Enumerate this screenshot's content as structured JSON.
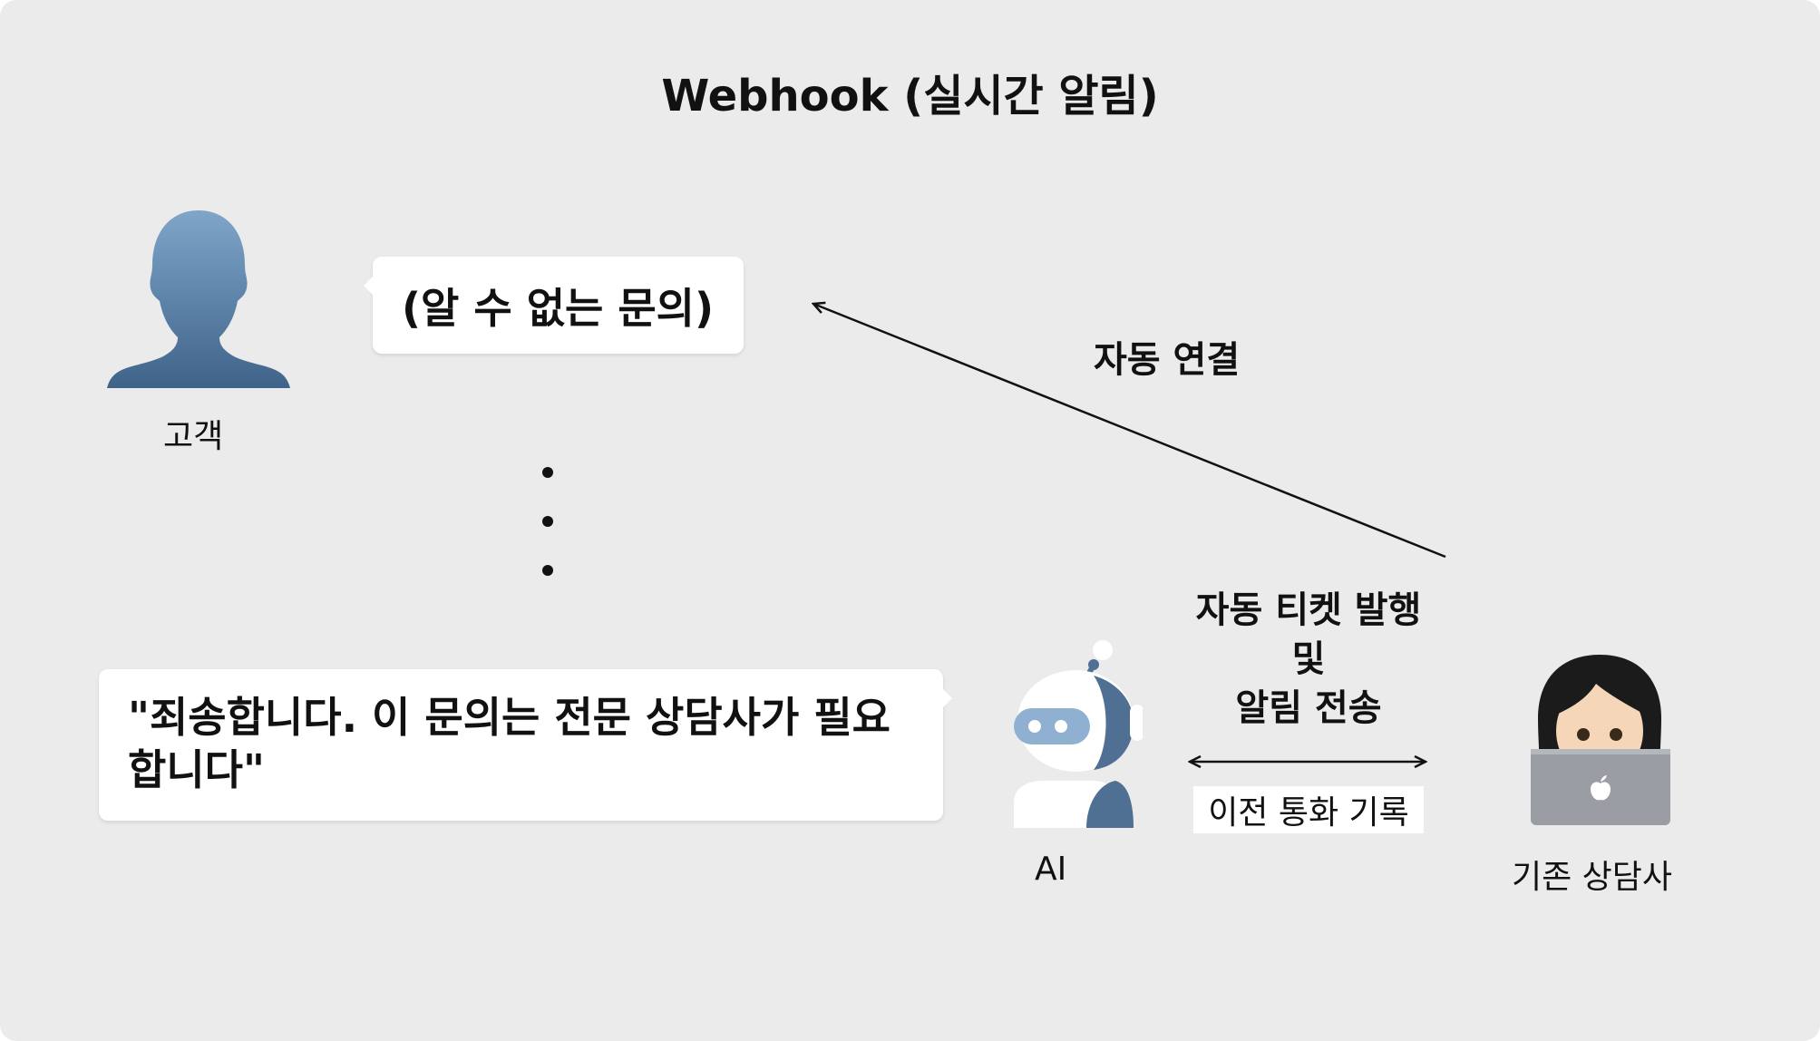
{
  "title": "Webhook (실시간 알림)",
  "nodes": {
    "customer": {
      "label": "고객",
      "icon": "person-silhouette-icon"
    },
    "ai": {
      "label": "AI",
      "icon": "robot-icon"
    },
    "agent": {
      "label": "기존 상담사",
      "icon": "woman-technologist-icon"
    }
  },
  "bubbles": {
    "unknown_query": "(알 수 없는 문의)",
    "ai_reply_line1": "\"죄송합니다. 이 문의는 전문 상담사가 필요",
    "ai_reply_line2": "합니다\""
  },
  "edges": {
    "auto_connect": "자동 연결",
    "ticket_line1": "자동 티켓 발행",
    "ticket_line2": "및",
    "ticket_line3": "알림 전송",
    "history": "이전 통화 기록"
  },
  "colors": {
    "background": "#ebebeb",
    "bubble": "#ffffff",
    "person_top": "#7fa5c9",
    "person_bottom": "#3f6389",
    "robot_accent": "#4f6f93"
  }
}
